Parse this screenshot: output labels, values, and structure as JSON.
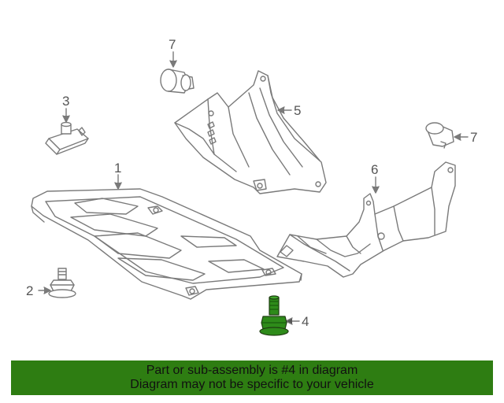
{
  "colors": {
    "banner": "#2e7d12",
    "highlight_part": "#2e8b1a",
    "line_art": "#7a7a7a",
    "callout_text": "#555555"
  },
  "callouts": {
    "part_1": "1",
    "part_2": "2",
    "part_3": "3",
    "part_4": "4",
    "part_5": "5",
    "part_6": "6",
    "part_7_top": "7",
    "part_7_right": "7"
  },
  "highlighted_part": "4",
  "banner": {
    "line1": "Part or sub-assembly is #4 in diagram",
    "line2": "Diagram may not be specific to your vehicle"
  }
}
